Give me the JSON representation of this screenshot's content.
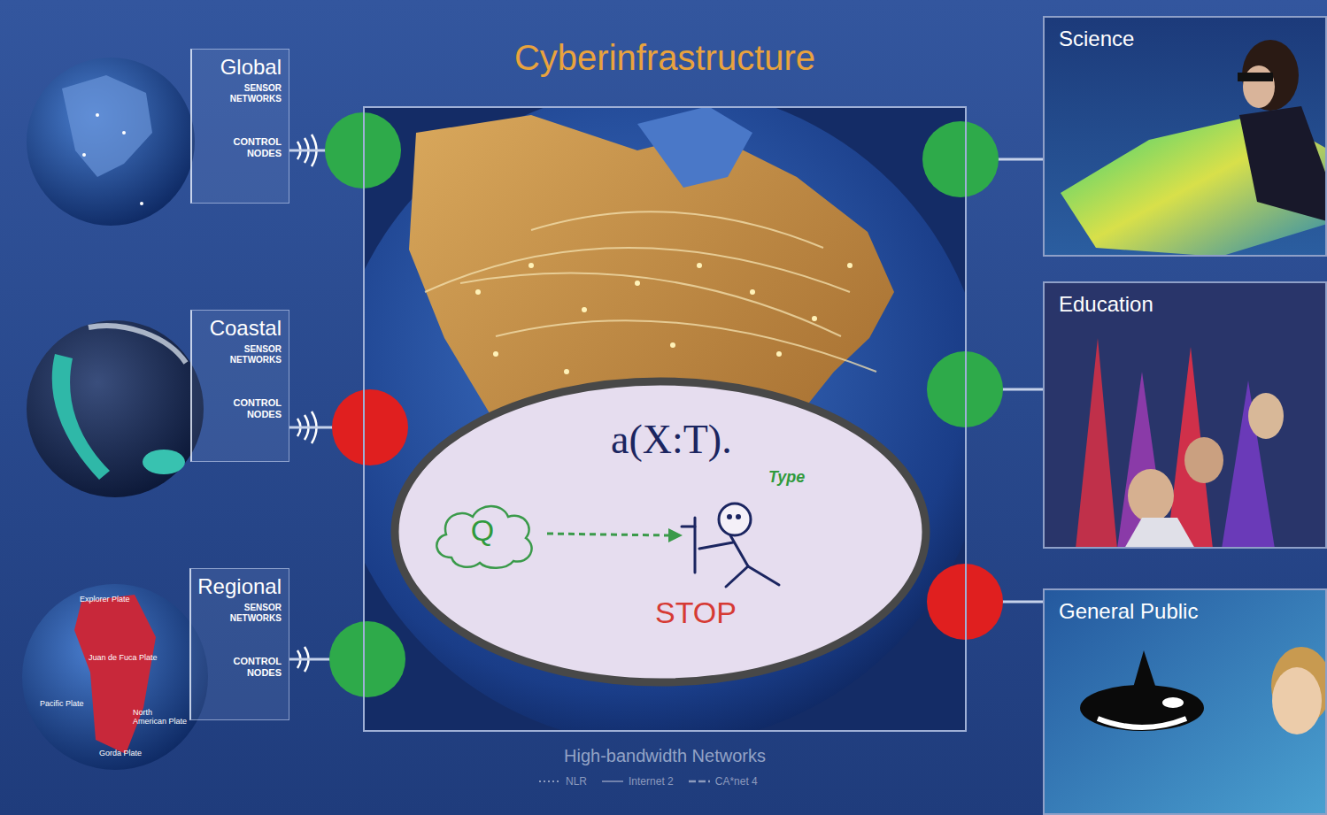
{
  "diagram": {
    "title": "Cyberinfrastructure",
    "nodes": [
      {
        "text": [
          "Global",
          "SENSOR NETWORKS",
          "CONTROL NODES"
        ]
      },
      {
        "text": [
          "Coastal",
          "SENSOR NETWORKS",
          "CONTROL NODES"
        ]
      },
      {
        "text": [
          "Regional",
          "SENSOR NETWORKS",
          "CONTROL NODES"
        ]
      },
      {
        "text": [
          "High-bandwidth Networks"
        ]
      },
      {
        "text": [
          "a(X:T).",
          "Type",
          "STOP"
        ],
        "in": 3
      },
      {
        "text": [
          "Q"
        ],
        "in": 4
      },
      {
        "text": [
          "Science"
        ]
      },
      {
        "text": [
          "Education"
        ]
      },
      {
        "text": [
          "General Public"
        ]
      }
    ],
    "edges": [
      {
        "from": 0,
        "to": 3,
        "arrow": "none"
      },
      {
        "from": 1,
        "to": 3,
        "arrow": "none"
      },
      {
        "from": 2,
        "to": 3,
        "arrow": "none"
      },
      {
        "from": 3,
        "to": 6,
        "arrow": "none"
      },
      {
        "from": 3,
        "to": 7,
        "arrow": "none"
      },
      {
        "from": 3,
        "to": 8,
        "arrow": "none"
      }
    ],
    "labels": [
      "Explorer Plate",
      "Juan de Fuca Plate",
      "Pacific Plate",
      "North American Plate",
      "Gorda Plate"
    ],
    "legend": [
      {
        "text": "NLR"
      },
      {
        "text": "Internet 2"
      },
      {
        "text": "CA*net 4"
      }
    ]
  }
}
